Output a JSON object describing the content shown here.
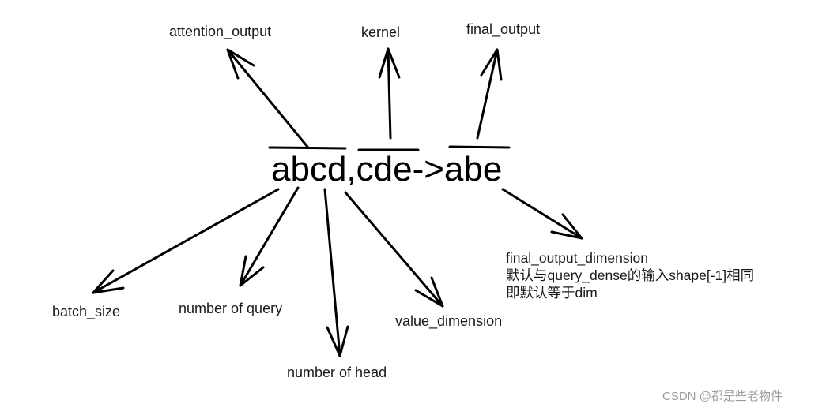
{
  "diagram": {
    "equation": "abcd,cde->abe",
    "top_labels": {
      "attention_output": "attention_output",
      "kernel": "kernel",
      "final_output": "final_output"
    },
    "bottom_labels": {
      "batch_size": "batch_size",
      "number_of_query": "number of query",
      "number_of_head": "number of head",
      "value_dimension": "value_dimension"
    },
    "note": {
      "line1": "final_output_dimension",
      "line2": "默认与query_dense的输入shape[-1]相同",
      "line3": "即默认等于dim"
    },
    "arrow_color": "#000000"
  },
  "watermark": "CSDN @都是些老物件"
}
